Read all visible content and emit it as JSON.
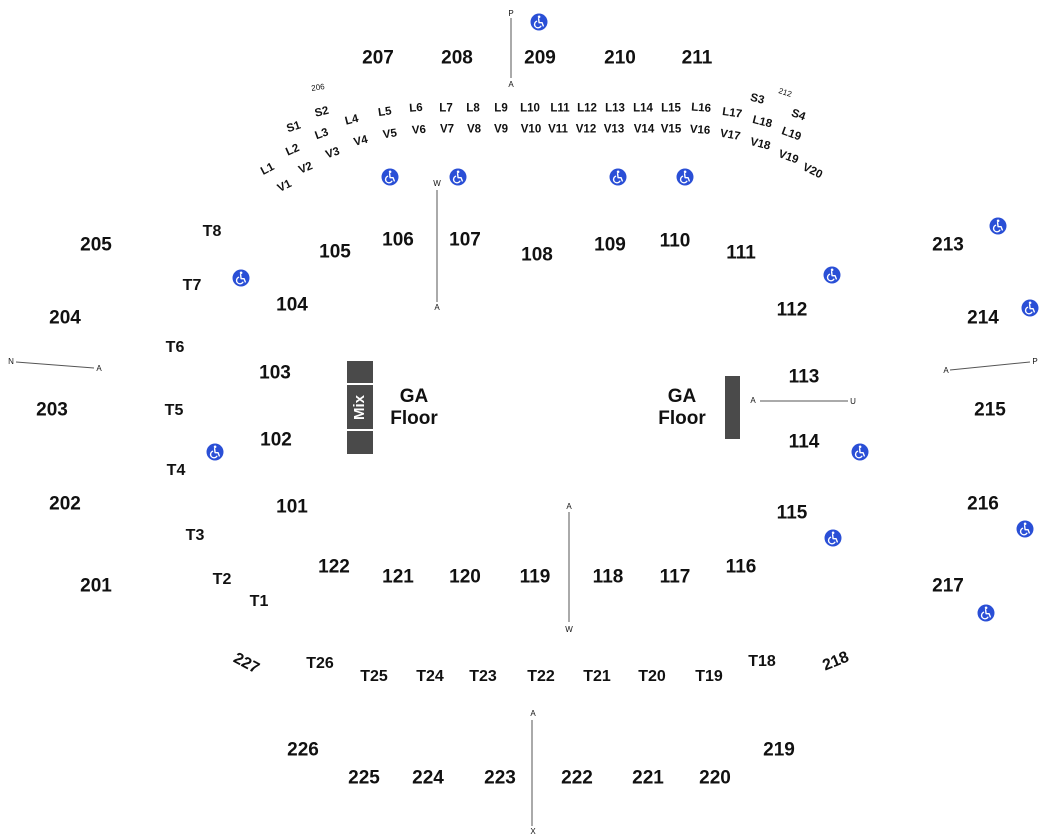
{
  "upper_sections": [
    "207",
    "208",
    "209",
    "210",
    "211",
    "205",
    "204",
    "203",
    "202",
    "201",
    "213",
    "214",
    "215",
    "216",
    "217",
    "226",
    "225",
    "224",
    "223",
    "222",
    "221",
    "220",
    "219",
    "206",
    "212",
    "227",
    "218"
  ],
  "lower_sections": [
    "105",
    "106",
    "107",
    "108",
    "109",
    "110",
    "111",
    "104",
    "103",
    "102",
    "101",
    "112",
    "113",
    "114",
    "115",
    "122",
    "121",
    "120",
    "119",
    "118",
    "117",
    "116"
  ],
  "t_sections": [
    "T8",
    "T7",
    "T6",
    "T5",
    "T4",
    "T3",
    "T2",
    "T1",
    "T26",
    "T25",
    "T24",
    "T23",
    "T22",
    "T21",
    "T20",
    "T19",
    "T18"
  ],
  "l_rows": [
    "L1",
    "L2",
    "L3",
    "L4",
    "L5",
    "L6",
    "L7",
    "L8",
    "L9",
    "L10",
    "L11",
    "L12",
    "L13",
    "L14",
    "L15",
    "L16",
    "L17",
    "L18",
    "L19"
  ],
  "v_rows": [
    "V1",
    "V2",
    "V3",
    "V4",
    "V5",
    "V6",
    "V7",
    "V8",
    "V9",
    "V10",
    "V11",
    "V12",
    "V13",
    "V14",
    "V15",
    "V16",
    "V17",
    "V18",
    "V19",
    "V20"
  ],
  "s_rows": [
    "S1",
    "S2",
    "S3",
    "S4"
  ],
  "floor": {
    "left": "GA\nFloor",
    "right": "GA\nFloor",
    "mix": "Mix"
  },
  "aisle_letters": [
    "P",
    "A",
    "W",
    "A",
    "N",
    "A",
    "A",
    "U",
    "A",
    "P",
    "A",
    "W",
    "A",
    "X"
  ],
  "colors": {
    "accessible": "#2a4fd6",
    "stage_block": "#4a4a4a",
    "text": "#111111"
  },
  "icons": [
    "wheelchair-icon"
  ]
}
